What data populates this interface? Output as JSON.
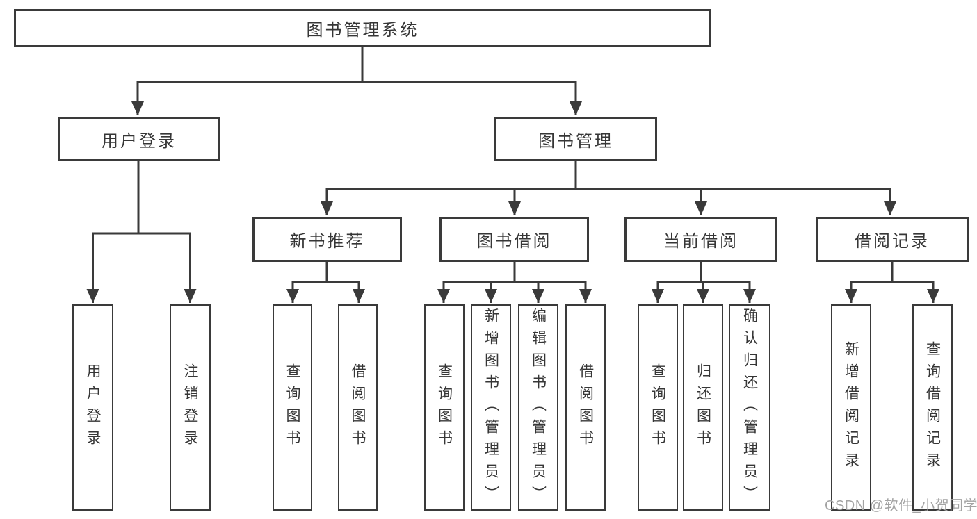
{
  "colors": {
    "line": "#3a3a3a",
    "node_border": "#3a3a3a",
    "text": "#363636",
    "background": "#ffffff",
    "watermark_gray": "#a3a3a3"
  },
  "watermark": {
    "text": "CSDN @软件_小贺同学"
  },
  "tree": {
    "label": "图书管理系统",
    "children": [
      {
        "label": "用户登录",
        "children": [
          {
            "label": "用户登录"
          },
          {
            "label": "注销登录"
          }
        ]
      },
      {
        "label": "图书管理",
        "children": [
          {
            "label": "新书推荐",
            "children": [
              {
                "label": "查询图书"
              },
              {
                "label": "借阅图书"
              }
            ]
          },
          {
            "label": "图书借阅",
            "children": [
              {
                "label": "查询图书"
              },
              {
                "label": "新增图书（管理员）"
              },
              {
                "label": "编辑图书（管理员）"
              },
              {
                "label": "借阅图书"
              }
            ]
          },
          {
            "label": "当前借阅",
            "children": [
              {
                "label": "查询图书"
              },
              {
                "label": "归还图书"
              },
              {
                "label": "确认归还（管理员）"
              }
            ]
          },
          {
            "label": "借阅记录",
            "children": [
              {
                "label": "新增借阅记录"
              },
              {
                "label": "查询借阅记录"
              }
            ]
          }
        ]
      }
    ]
  }
}
